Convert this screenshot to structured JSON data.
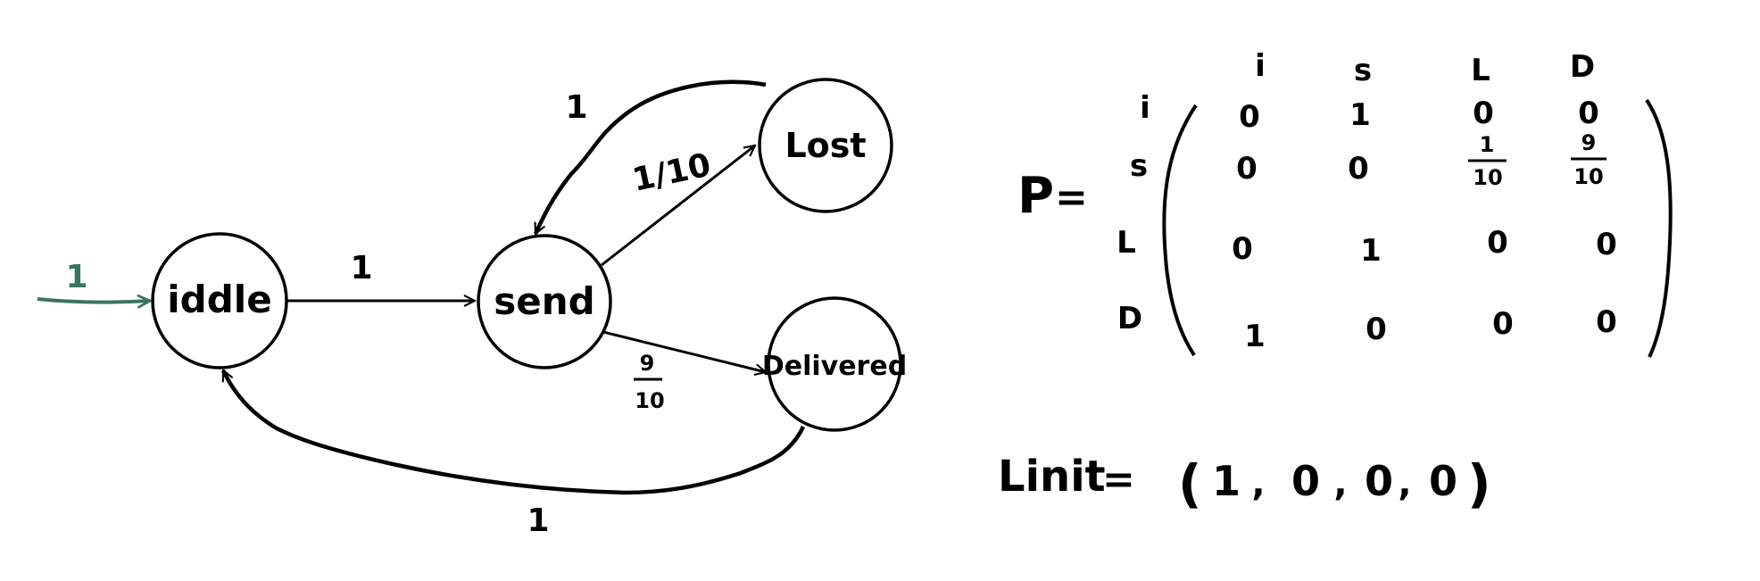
{
  "diagram": {
    "states": {
      "iddle": "iddle",
      "send": "send",
      "lost": "Lost",
      "delivered": "Delivered"
    },
    "edges": {
      "init": "1",
      "iddle_send": "1",
      "send_lost": "1/10",
      "lost_send": "1",
      "send_delivered_num": "9",
      "send_delivered_den": "10",
      "delivered_iddle": "1"
    },
    "colors": {
      "ink": "#000000",
      "init_arrow": "#3a7560"
    }
  },
  "matrix": {
    "name": "P",
    "equals": "=",
    "col_headers": [
      "i",
      "s",
      "L",
      "D"
    ],
    "row_headers": [
      "i",
      "s",
      "L",
      "D"
    ],
    "rows": [
      [
        "0",
        "1",
        "0",
        "0"
      ],
      [
        "0",
        "0",
        {
          "num": "1",
          "den": "10"
        },
        {
          "num": "9",
          "den": "10"
        }
      ],
      [
        "0",
        "1",
        "0",
        "0"
      ],
      [
        "1",
        "0",
        "0",
        "0"
      ]
    ]
  },
  "init_vector": {
    "label": "Linit",
    "equals": "=",
    "open": "(",
    "close": ")",
    "values": [
      "1",
      "0",
      "0",
      "0"
    ],
    "separator": ","
  }
}
